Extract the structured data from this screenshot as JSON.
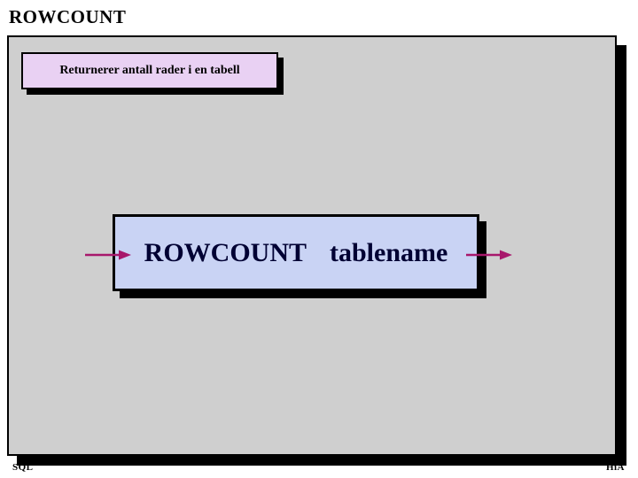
{
  "page": {
    "title": "ROWCOUNT",
    "footer_left": "SQL",
    "footer_right": "HiA"
  },
  "slide": {
    "description": "Returnerer antall rader i en tabell",
    "syntax": {
      "keyword": "ROWCOUNT",
      "argument": "tablename"
    }
  },
  "icons": {
    "input_arrow": "right-arrow",
    "output_arrow": "right-arrow"
  },
  "colors": {
    "page_bg": "#ffffff",
    "slide_bg": "#cfcfcf",
    "description_box_bg": "#e9d1f3",
    "syntax_box_bg": "#c9d3f4",
    "syntax_text": "#000033",
    "title_text": "#000000",
    "arrow": "#a8186c",
    "shadow": "#000000",
    "border": "#000000"
  }
}
